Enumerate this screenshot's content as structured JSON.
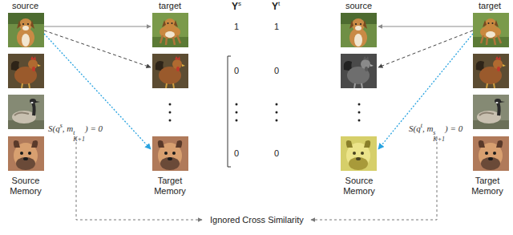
{
  "diagram": {
    "labels": [
      "source",
      "target",
      "Y",
      "s",
      "Y",
      "t",
      "source",
      "target",
      "1",
      "0",
      "0",
      "1",
      "0",
      "0",
      "S(q",
      "s",
      ", m",
      "t",
      "K+1",
      ") = 0",
      "S(q",
      "t",
      ", m",
      "s",
      "K+1",
      ") = 0",
      "Source Memory",
      "Target Memory",
      "Source Memory",
      "Target Memory",
      "Ignored Cross Similarity"
    ]
  }
}
